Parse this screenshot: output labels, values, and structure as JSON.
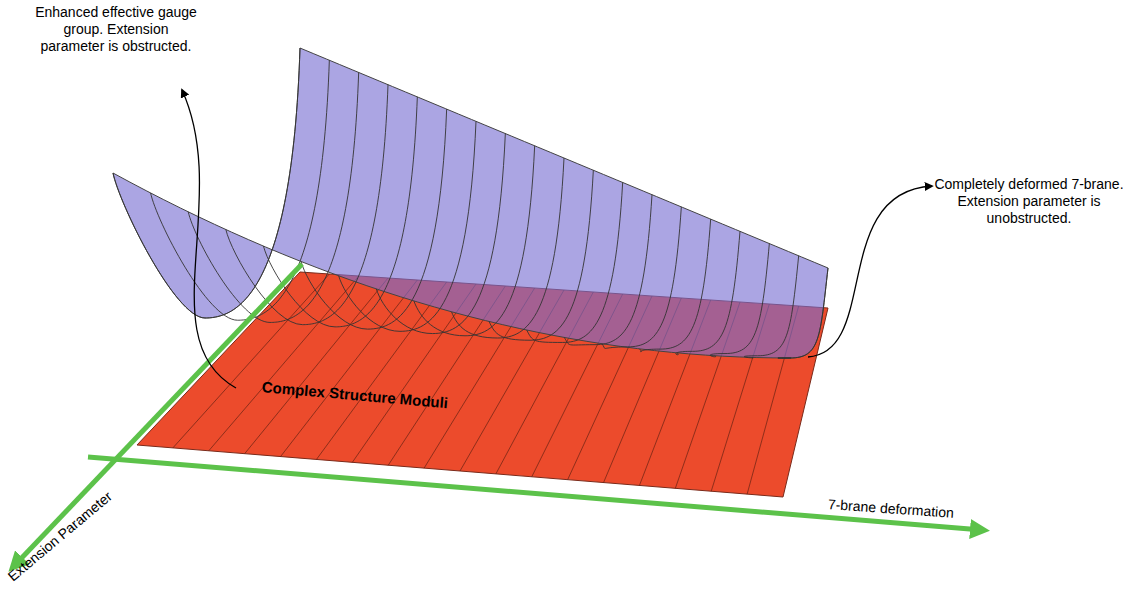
{
  "diagram": {
    "labels": [
      "Enhanced effective gauge group. Extension parameter is obstructed.",
      "Completely deformed 7-brane. Extension parameter is unobstructed.",
      "Complex Structure Moduli",
      "Extension Parameter",
      "7-brane deformation"
    ]
  }
}
